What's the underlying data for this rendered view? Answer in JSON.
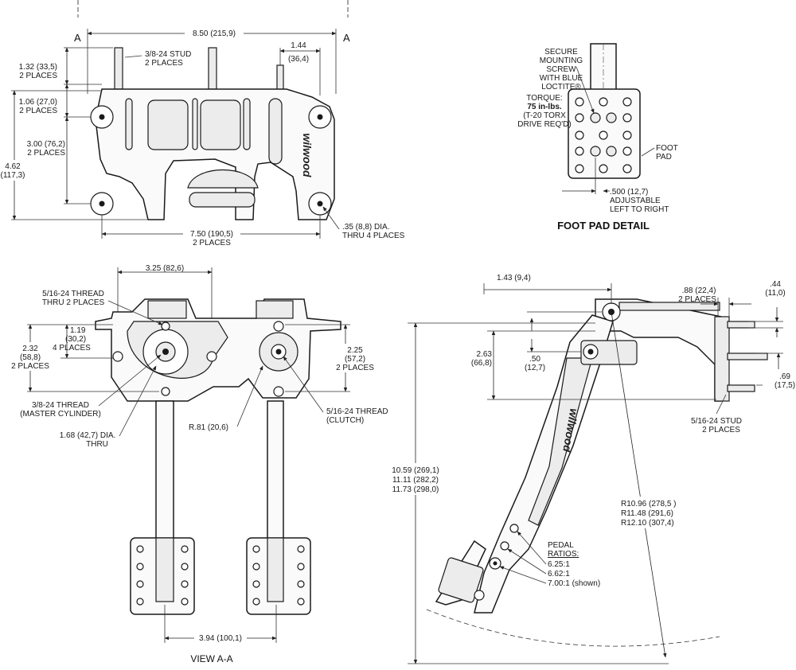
{
  "top_view": {
    "section_mark_left": "A",
    "section_mark_right": "A",
    "overall_width": "8.50 (215,9)",
    "stud_callout_1": "3/8-24 STUD",
    "stud_callout_2": "2 PLACES",
    "stud_offset_1": "1.44",
    "stud_offset_2": "(36,4)",
    "stud_height_1": "1.32 (33,5)",
    "stud_height_2": "2 PLACES",
    "offset_1": "1.06 (27,0)",
    "offset_2": "2 PLACES",
    "hole_spacing_v_1": "3.00 (76,2)",
    "hole_spacing_v_2": "2 PLACES",
    "overall_height_1": "4.62",
    "overall_height_2": "(117,3)",
    "hole_spacing_h_1": "7.50 (190,5)",
    "hole_spacing_h_2": "2 PLACES",
    "hole_dia_1": ".35 (8,8) DIA.",
    "hole_dia_2": "THRU 4 PLACES",
    "logo": "wilwood"
  },
  "foot_pad_detail": {
    "note_1": "SECURE",
    "note_2": "MOUNTING",
    "note_3": "SCREW",
    "note_4": "WITH BLUE",
    "note_5": "LOCTITE®",
    "torque_1": "TORQUE:",
    "torque_2": "75 in-lbs.",
    "torque_3": "(T-20 TORX",
    "torque_4": "DRIVE REQ'D)",
    "foot_pad_1": "FOOT",
    "foot_pad_2": "PAD",
    "adjust_1": ".500 (12,7)",
    "adjust_2": "ADJUSTABLE",
    "adjust_3": "LEFT TO RIGHT",
    "title": "FOOT PAD DETAIL"
  },
  "view_a_a": {
    "center_spacing": "3.25 (82,6)",
    "thread_top_1": "5/16-24 THREAD",
    "thread_top_2": "THRU 2 PLACES",
    "dim_119_1": "1.19",
    "dim_119_2": "(30,2)",
    "dim_119_3": "4 PLACES",
    "dim_232_1": "2.32",
    "dim_232_2": "(58,8)",
    "dim_232_3": "2 PLACES",
    "dim_225_1": "2.25",
    "dim_225_2": "(57,2)",
    "dim_225_3": "2 PLACES",
    "mc_thread_1": "3/8-24 THREAD",
    "mc_thread_2": "(MASTER CYLINDER)",
    "radius": "R.81 (20,6)",
    "clutch_1": "5/16-24 THREAD",
    "clutch_2": "(CLUTCH)",
    "bore_1": "1.68 (42,7) DIA.",
    "bore_2": "THRU",
    "pad_spacing": "3.94 (100,1)",
    "title": "VIEW A-A"
  },
  "side_view": {
    "dim_143": "1.43 (9,4)",
    "dim_088_1": ".88 (22,4)",
    "dim_088_2": "2 PLACES",
    "dim_044_1": ".44",
    "dim_044_2": "(11,0)",
    "dim_263_1": "2.63",
    "dim_263_2": "(66,8)",
    "dim_050_1": ".50",
    "dim_050_2": "(12,7)",
    "dim_069_1": ".69",
    "dim_069_2": "(17,5)",
    "stud_1": "5/16-24 STUD",
    "stud_2": "2 PLACES",
    "length_1": "10.59 (269,1)",
    "length_2": "11.11 (282,2)",
    "length_3": "11.73 (298,0)",
    "radius_1": "R10.96 (278,5 )",
    "radius_2": "R11.48 (291,6)",
    "radius_3": "R12.10 (307,4)",
    "ratios_1": "PEDAL",
    "ratios_2": "RATIOS:",
    "ratio_a": "6.25:1",
    "ratio_b": "6.62:1",
    "ratio_c": "7.00:1 (shown)",
    "logo": "wilwood"
  }
}
